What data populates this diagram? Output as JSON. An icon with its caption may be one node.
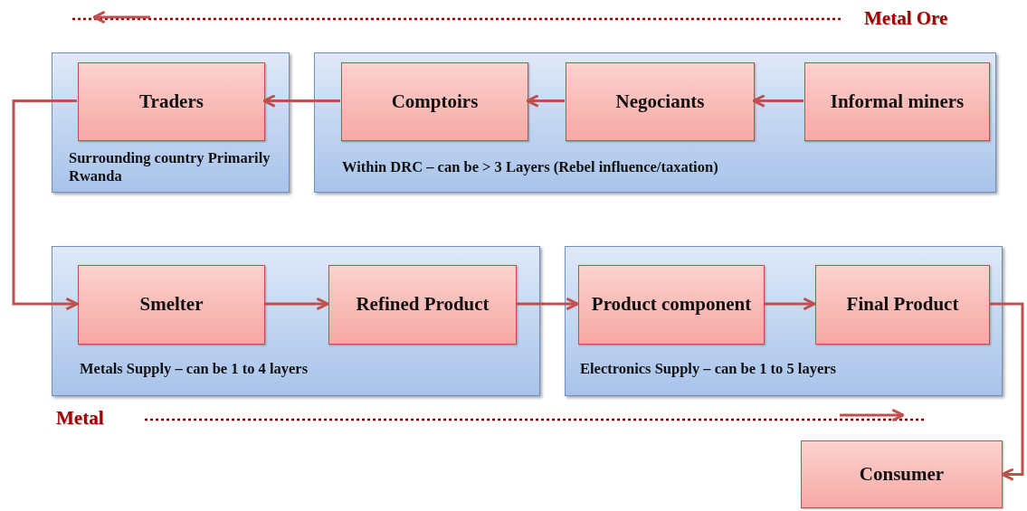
{
  "diagram": {
    "nodes": [
      {
        "text": [
          "Surrounding country Primarily Rwanda"
        ]
      },
      {
        "text": [
          "Traders"
        ],
        "in": 0
      },
      {
        "text": [
          "Within DRC – can be > 3 Layers (Rebel influence/taxation)"
        ]
      },
      {
        "text": [
          "Comptoirs"
        ],
        "in": 2
      },
      {
        "text": [
          "Negociants"
        ],
        "in": 2
      },
      {
        "text": [
          "Informal miners"
        ],
        "in": 2
      },
      {
        "text": [
          "Metals Supply – can be 1 to 4 layers"
        ]
      },
      {
        "text": [
          "Smelter"
        ],
        "in": 6
      },
      {
        "text": [
          "Refined Product"
        ],
        "in": 6
      },
      {
        "text": [
          "Electronics Supply – can be 1 to 5 layers"
        ]
      },
      {
        "text": [
          "Product component"
        ],
        "in": 9
      },
      {
        "text": [
          "Final Product"
        ],
        "in": 9
      },
      {
        "text": [
          "Consumer"
        ]
      }
    ],
    "edges": [
      {
        "from": 5,
        "to": 4,
        "arrow": "to"
      },
      {
        "from": 4,
        "to": 3,
        "arrow": "to"
      },
      {
        "from": 3,
        "to": 1,
        "arrow": "to"
      },
      {
        "from": 1,
        "to": 7,
        "arrow": "to"
      },
      {
        "from": 7,
        "to": 8,
        "arrow": "to"
      },
      {
        "from": 8,
        "to": 10,
        "arrow": "to"
      },
      {
        "from": 10,
        "to": 11,
        "arrow": "to"
      },
      {
        "from": 11,
        "to": 12,
        "arrow": "to"
      }
    ],
    "labels": [
      "Metal Ore",
      "Metal"
    ]
  }
}
